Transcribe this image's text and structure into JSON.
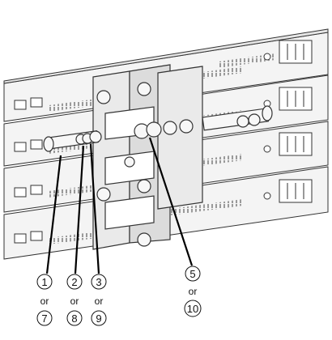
{
  "callouts": [
    {
      "primary": "1",
      "connector": "or",
      "alternate": "7"
    },
    {
      "primary": "2",
      "connector": "or",
      "alternate": "8"
    },
    {
      "primary": "3",
      "connector": "or",
      "alternate": "9"
    },
    {
      "primary": "5",
      "connector": "or",
      "alternate": "10"
    }
  ]
}
